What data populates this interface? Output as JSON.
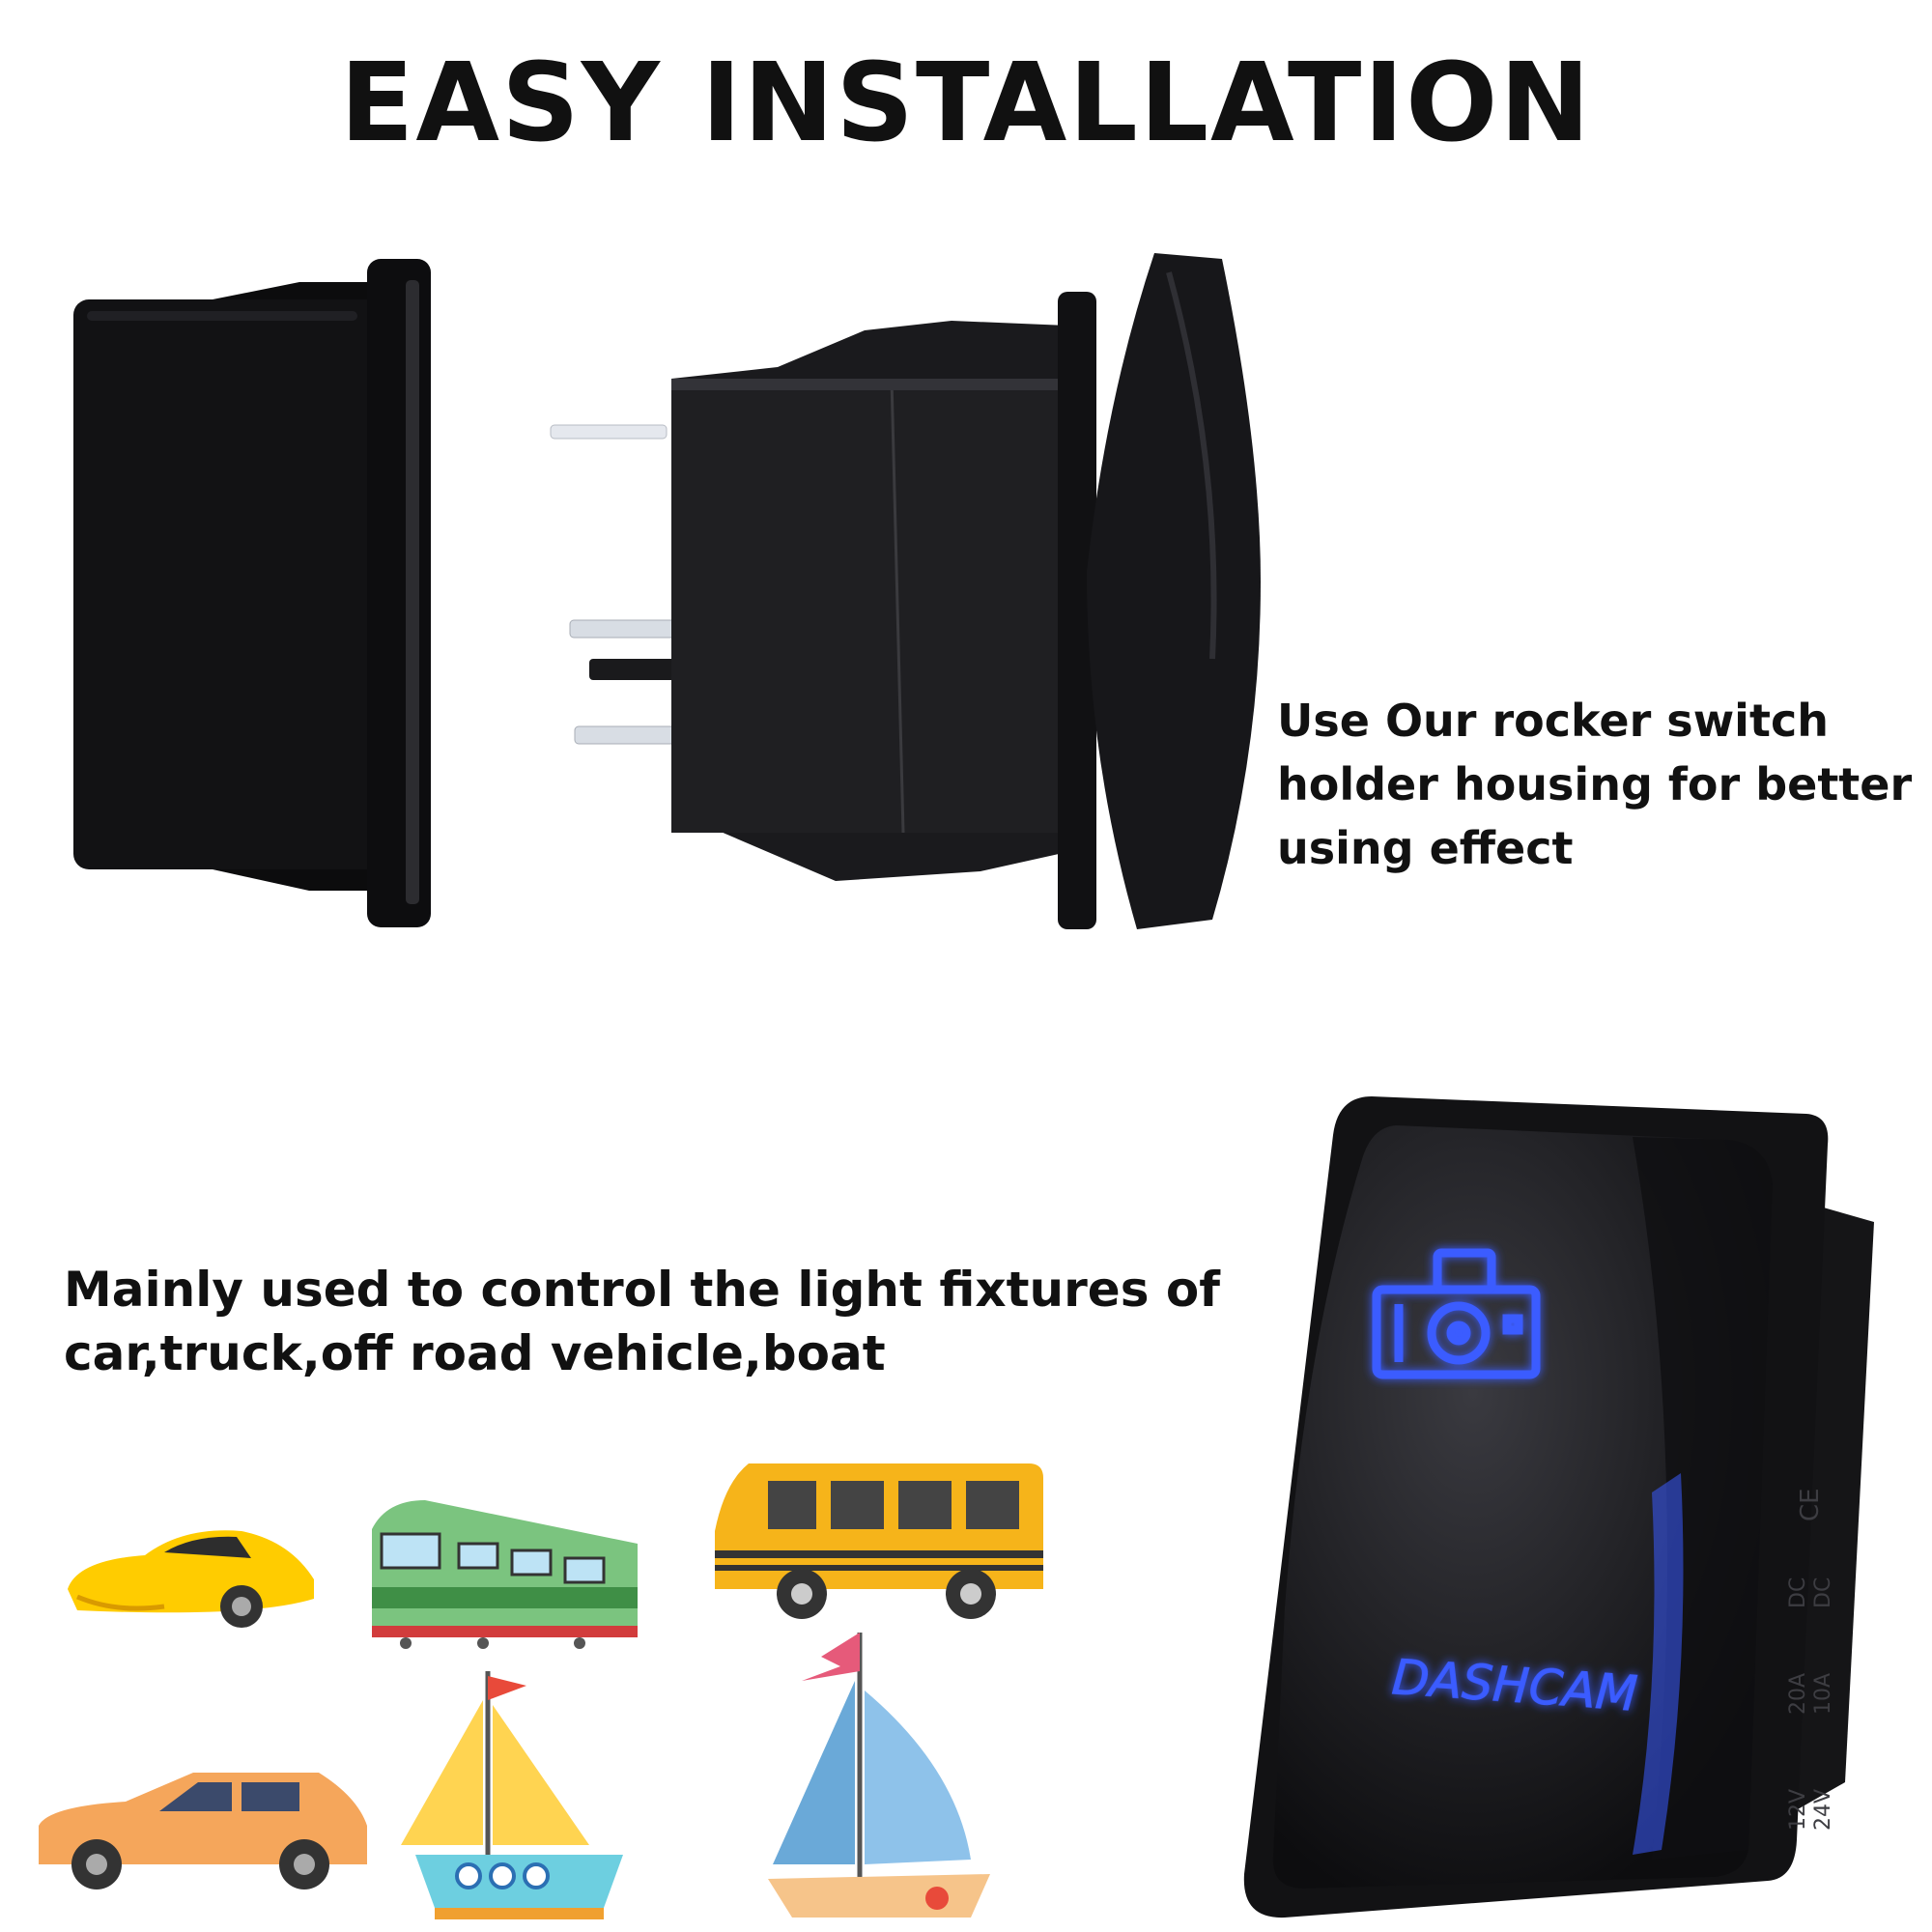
{
  "headline": "EASY INSTALLATION",
  "housing_caption": {
    "lines": [
      "Use Our rocker switch",
      "holder housing for better",
      "using effect"
    ]
  },
  "usage_caption": {
    "lines": [
      "Mainly used to control the light fixtures of",
      "car,truck,off road vehicle,boat"
    ]
  },
  "switch_face": {
    "label": "DASHCAM",
    "icon": "camera-icon",
    "ratings": [
      "12V",
      "24V",
      "20A",
      "10A",
      "DC",
      "DC"
    ],
    "mark": "CE",
    "glow_color": "#3a5bff"
  },
  "illustrations": {
    "icons": [
      "sports-car-icon",
      "train-icon",
      "bus-icon",
      "wagon-car-icon",
      "sailboat-icon",
      "sailboat-icon"
    ],
    "colors": {
      "car": "#ffcc00",
      "train": "#7bc47f",
      "bus": "#f6b41a",
      "wagon": "#f5a65b",
      "boat": "#6aa9d8"
    }
  },
  "colors": {
    "text": "#111111",
    "switch_body": "#1b1b1d",
    "glow": "#3a5bff"
  }
}
